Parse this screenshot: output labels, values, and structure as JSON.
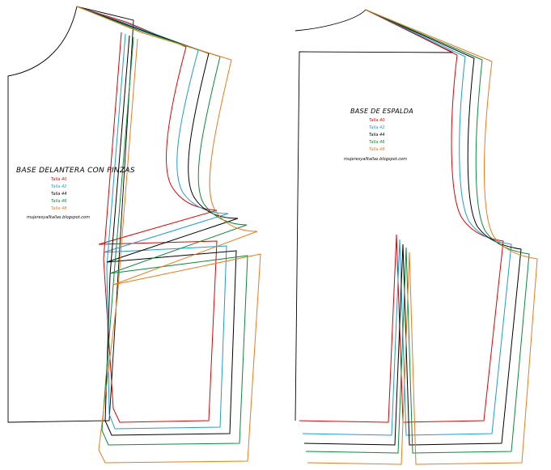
{
  "front": {
    "title": "BASE DELANTERA CON PINZAS",
    "sizes": [
      {
        "label": "Talla 40",
        "color": "#e00000"
      },
      {
        "label": "Talla 42",
        "color": "#1e9bd7"
      },
      {
        "label": "Talla 44",
        "color": "#000000"
      },
      {
        "label": "Talla 46",
        "color": "#0a8a3a"
      },
      {
        "label": "Talla 48",
        "color": "#ee7a1a"
      }
    ],
    "url": "mujeresyalltallas.blogspot.com"
  },
  "back": {
    "title": "BASE DE ESPALDA",
    "sizes": [
      {
        "label": "Talla 40",
        "color": "#e00000"
      },
      {
        "label": "Talla 42",
        "color": "#1e9bd7"
      },
      {
        "label": "Talla 44",
        "color": "#000000"
      },
      {
        "label": "Talla 46",
        "color": "#0a8a3a"
      },
      {
        "label": "Talla 48",
        "color": "#ee7a1a"
      }
    ],
    "url": "mujeresyalltallas.blogspot.com"
  },
  "base_outline_color": "#000000"
}
